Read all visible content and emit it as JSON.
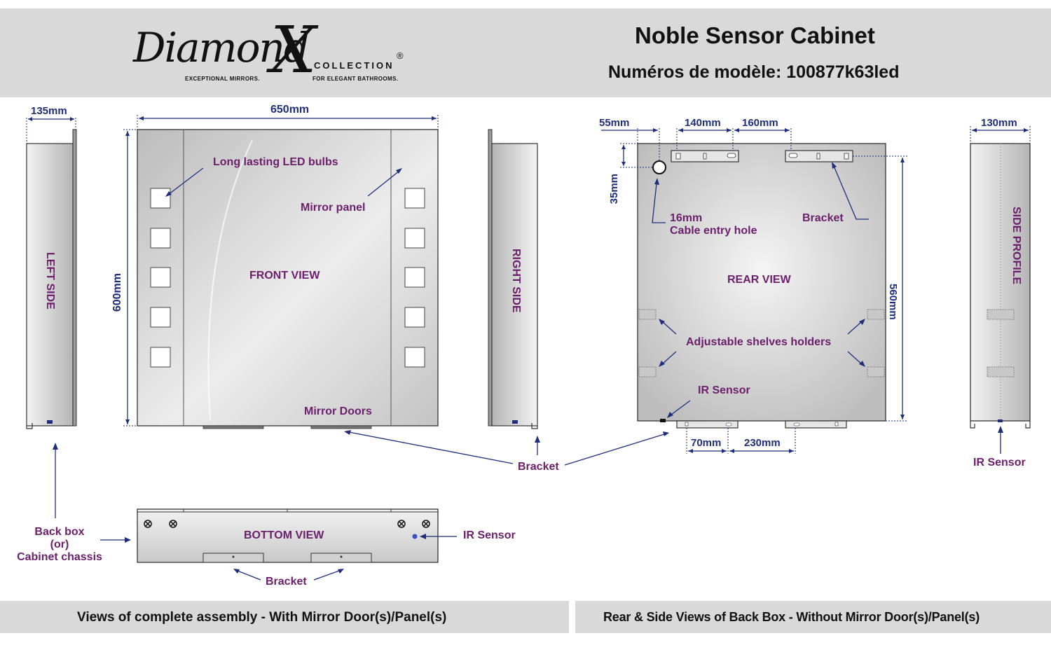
{
  "header": {
    "logo": {
      "script": "Diamond",
      "letter": "X",
      "collection": "COLLECTION",
      "registered": "®",
      "tagline_left": "EXCEPTIONAL MIRRORS.",
      "tagline_right": "FOR ELEGANT BATHROOMS."
    },
    "title": "Noble Sensor Cabinet",
    "model_line": "Numéros de modèle: 100877k63led"
  },
  "front_assembly": {
    "left_side": {
      "width_dim": "135mm",
      "label": "LEFT SIDE"
    },
    "front": {
      "width_dim": "650mm",
      "height_dim": "600mm",
      "led_label": "Long lasting LED bulbs",
      "mirror_panel_label": "Mirror panel",
      "view_label": "FRONT VIEW",
      "doors_label": "Mirror Doors",
      "led_bulbs_per_column": 5
    },
    "right_side": {
      "label": "RIGHT SIDE"
    },
    "bracket_label": "Bracket",
    "bottom": {
      "view_label": "BOTTOM VIEW",
      "back_box_line1": "Back box",
      "back_box_line2": "(or)",
      "back_box_line3": "Cabinet chassis",
      "ir_label": "IR Sensor",
      "bracket_label": "Bracket"
    }
  },
  "rear_assembly": {
    "dims": {
      "offset_x": "55mm",
      "bracket_width": "140mm",
      "bracket_gap": "160mm",
      "offset_y": "35mm",
      "height": "560mm",
      "bottom_left": "70mm",
      "bottom_gap": "230mm",
      "side_width": "130mm"
    },
    "cable_hole_line1": "16mm",
    "cable_hole_line2": "Cable entry hole",
    "bracket_label": "Bracket",
    "view_label": "REAR VIEW",
    "shelves_label": "Adjustable shelves holders",
    "ir_label": "IR Sensor",
    "side_profile_label": "SIDE PROFILE",
    "side_ir_label": "IR Sensor"
  },
  "footer": {
    "left": "Views of complete assembly - With Mirror Door(s)/Panel(s)",
    "right": "Rear & Side Views of Back Box - Without Mirror Door(s)/Panel(s)"
  },
  "colors": {
    "header_band": "#d9d9d9",
    "label_purple": "#6b1f6b",
    "dimension_navy": "#1f2e7a",
    "panel_gray": "#d6d6d6",
    "outline": "#333333"
  }
}
